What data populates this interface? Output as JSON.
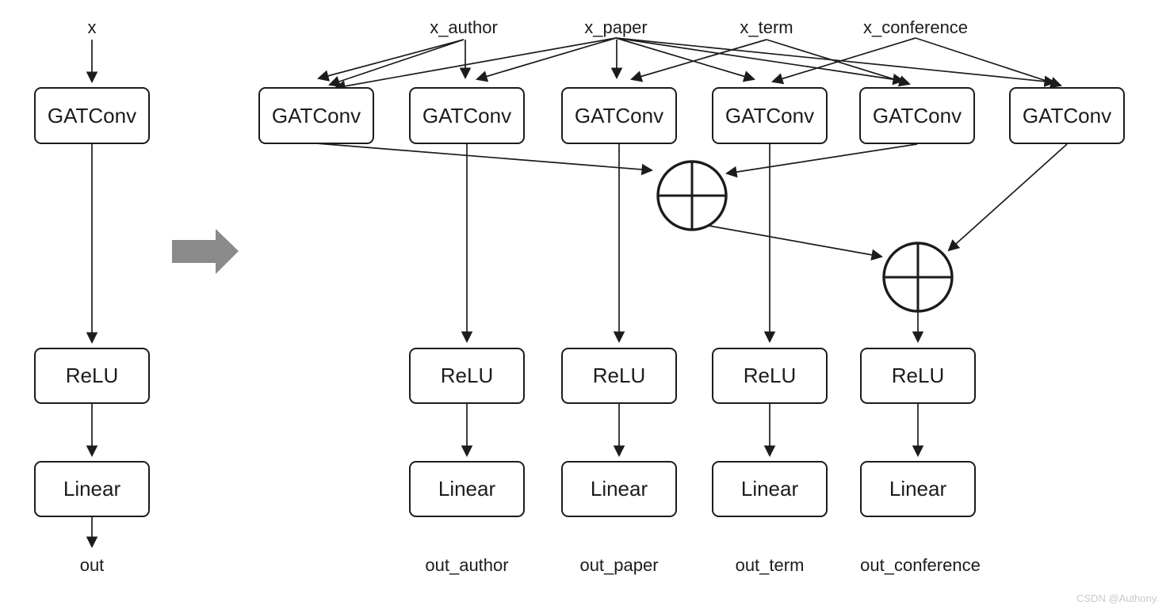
{
  "left_pipeline": {
    "input_label": "x",
    "gatconv_label": "GATConv",
    "relu_label": "ReLU",
    "linear_label": "Linear",
    "output_label": "out"
  },
  "right_pipeline": {
    "inputs": [
      {
        "label": "x_author"
      },
      {
        "label": "x_paper"
      },
      {
        "label": "x_term"
      },
      {
        "label": "x_conference"
      }
    ],
    "gatconv_row": [
      {
        "label": "GATConv"
      },
      {
        "label": "GATConv"
      },
      {
        "label": "GATConv"
      },
      {
        "label": "GATConv"
      },
      {
        "label": "GATConv"
      },
      {
        "label": "GATConv"
      }
    ],
    "relu_row": [
      {
        "label": "ReLU"
      },
      {
        "label": "ReLU"
      },
      {
        "label": "ReLU"
      },
      {
        "label": "ReLU"
      }
    ],
    "linear_row": [
      {
        "label": "Linear"
      },
      {
        "label": "Linear"
      },
      {
        "label": "Linear"
      },
      {
        "label": "Linear"
      }
    ],
    "outputs": [
      {
        "label": "out_author"
      },
      {
        "label": "out_paper"
      },
      {
        "label": "out_term"
      },
      {
        "label": "out_conference"
      }
    ],
    "aggregation_nodes": 2,
    "aggregation_symbol": "circled-plus"
  },
  "watermark": "CSDN @Authony.",
  "colors": {
    "background": "#ffffff",
    "ink": "#1c1c1c",
    "box_fill": "#ffffff",
    "transform_arrow_gray": "#8a8a8a",
    "watermark_gray": "#c9c9c9"
  }
}
